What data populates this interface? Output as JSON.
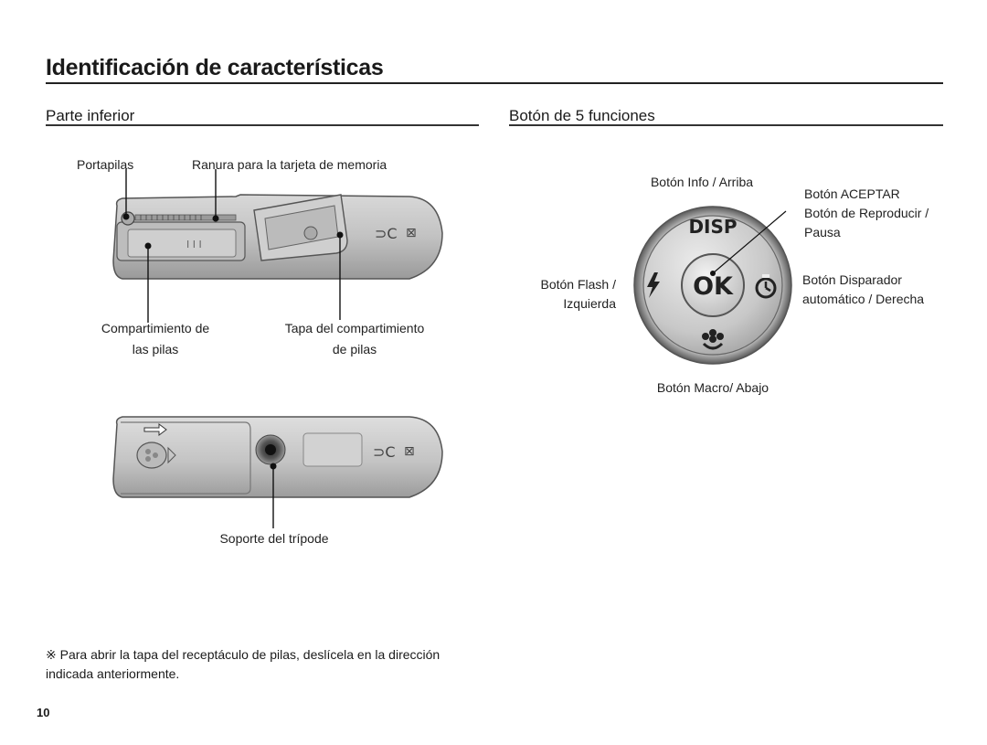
{
  "page": {
    "title": "Identificación de características",
    "page_number": "10",
    "note": "※ Para abrir la tapa del receptáculo de pilas, deslícela en la dirección indicada anteriormente."
  },
  "bottom_section": {
    "heading": "Parte inferior",
    "labels": {
      "portapilas": "Portapilas",
      "ranura": "Ranura para la tarjeta de memoria",
      "compartimiento_1": "Compartimiento de",
      "compartimiento_2": "las pilas",
      "tapa_1": "Tapa del compartimiento",
      "tapa_2": "de pilas",
      "tripode": "Soporte del trípode"
    }
  },
  "button_section": {
    "heading": "Botón de 5 funciones",
    "labels": {
      "info": "Botón Info / Arriba",
      "aceptar": "Botón ACEPTAR",
      "reproducir_1": "Botón de Reproducir /",
      "reproducir_2": "Pausa",
      "flash_1": "Botón Flash /",
      "flash_2": "Izquierda",
      "disparador_1": "Botón Disparador",
      "disparador_2": "automático / Derecha",
      "macro": "Botón Macro/ Abajo"
    },
    "dial": {
      "top": "DISP",
      "center": "OK"
    }
  }
}
